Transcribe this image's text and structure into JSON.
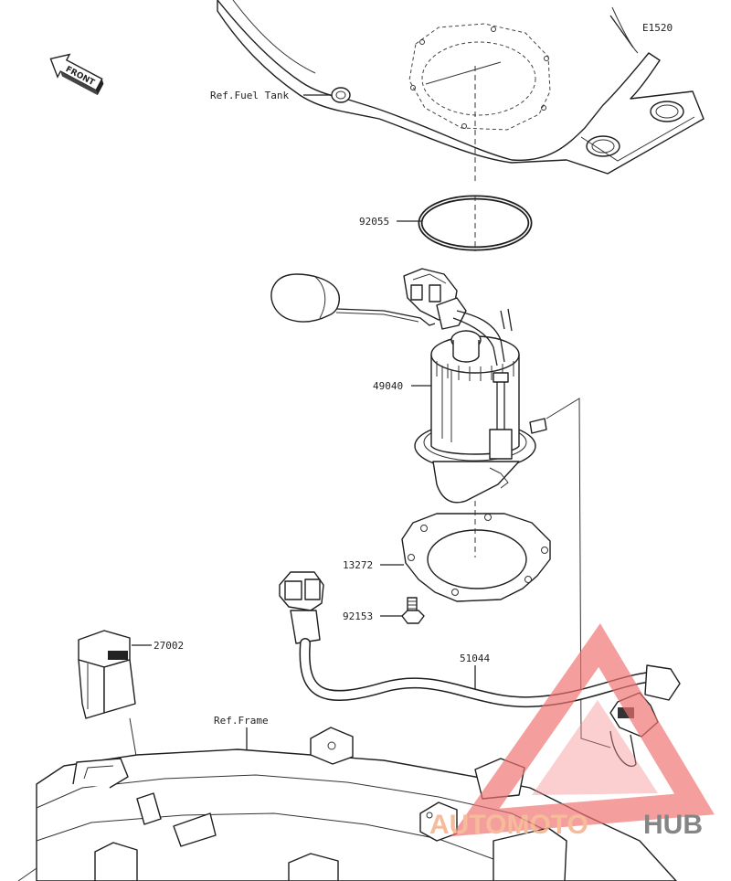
{
  "diagram": {
    "code": "E1520",
    "front_label": "FRONT",
    "refs": {
      "fuel_tank": "Ref.Fuel Tank",
      "frame": "Ref.Frame"
    },
    "parts": [
      {
        "id": "gasket",
        "label": "92055"
      },
      {
        "id": "fuel_pump",
        "label": "49040"
      },
      {
        "id": "pump_gasket",
        "label": "13272"
      },
      {
        "id": "bolt",
        "label": "92153"
      },
      {
        "id": "relay",
        "label": "27002"
      },
      {
        "id": "harness",
        "label": "51044"
      }
    ],
    "watermark": {
      "text_a": "AUTOMOTO",
      "text_b": "HUB",
      "color_a": "#f5b08a",
      "color_b": "#707070",
      "triangle_color": "#f07070"
    }
  }
}
